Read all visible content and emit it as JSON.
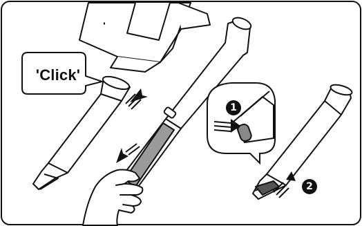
{
  "diagram": {
    "click_label": "'Click'",
    "steps": [
      {
        "number": "1"
      },
      {
        "number": "2"
      }
    ]
  }
}
